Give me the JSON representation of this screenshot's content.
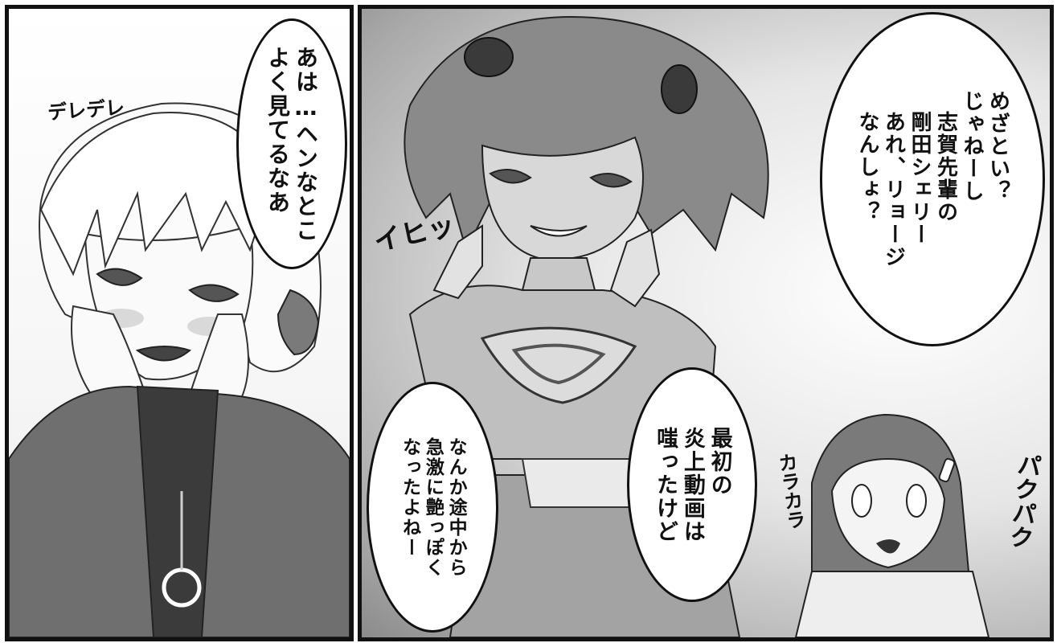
{
  "panels": {
    "left": {
      "sfx_dereredere": "デレデレ",
      "bubble_lines": [
        "あは…ヘンなとこ",
        "よく見てるなあ"
      ]
    },
    "right": {
      "sfx_ihi": "イヒッ",
      "bubble_top_lines": [
        "めざとい？",
        "じゃねーし",
        "志賀先輩の",
        "剛田シェリー",
        "あれ、リョージ",
        "なんしょ？"
      ],
      "bubble_mid_lines": [
        "最初の",
        "炎上動画は",
        "嗤ったけど"
      ],
      "bubble_low_lines": [
        "なんか途中から",
        "急激に艶っぽく",
        "なったよねー"
      ],
      "sfx_karakara": "カラカラ",
      "sfx_pakupaku": "パクパク"
    }
  }
}
